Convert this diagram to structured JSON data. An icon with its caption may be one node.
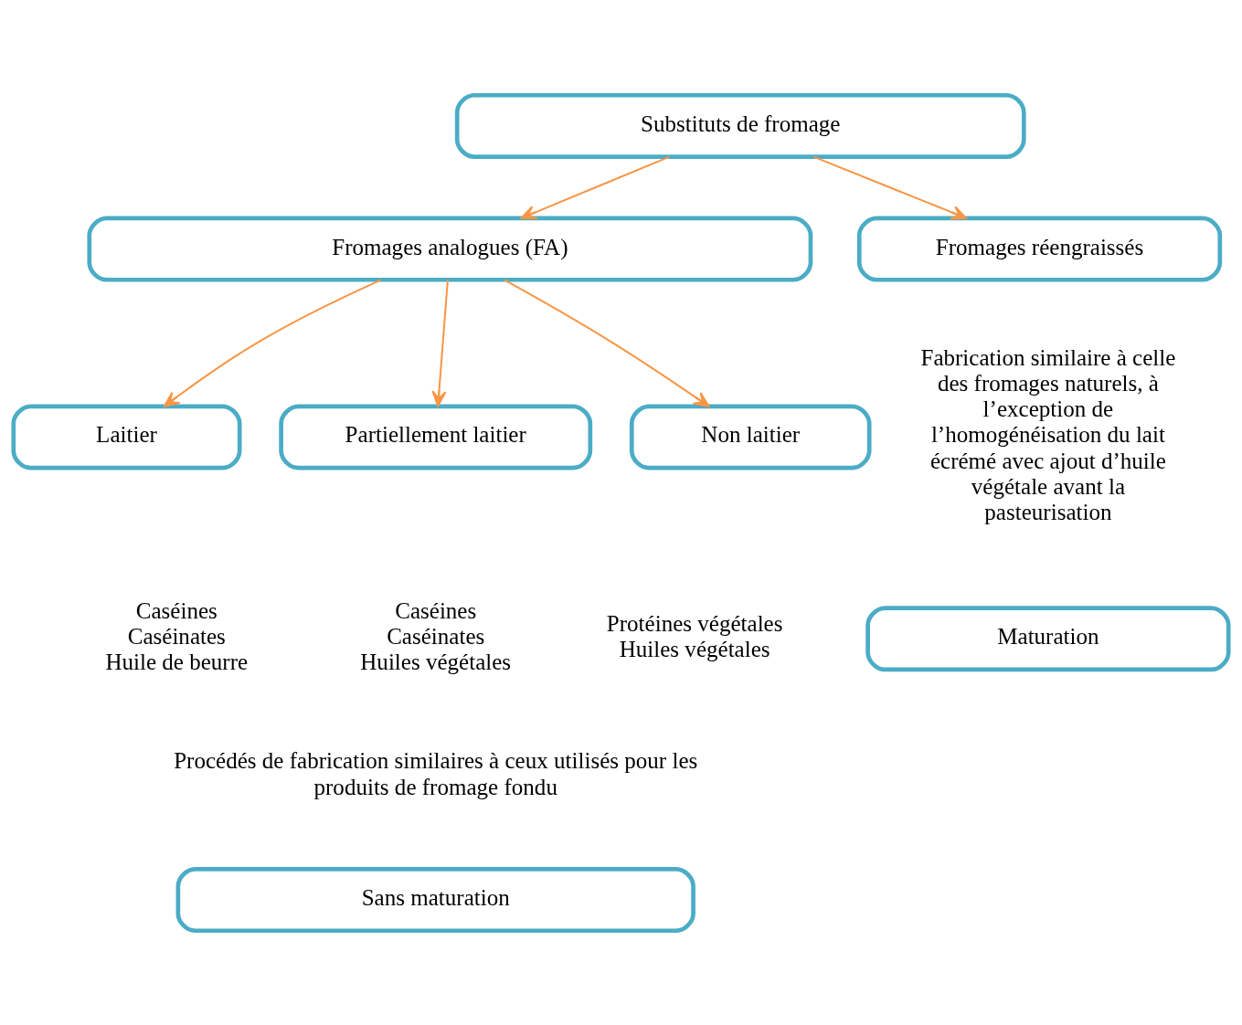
{
  "diagram": {
    "nodes": [
      {
        "text": [
          "Substituts de fromage"
        ]
      },
      {
        "text": [
          "Fromages analogues (FA)"
        ]
      },
      {
        "text": [
          "Fromages réengraissés"
        ]
      },
      {
        "text": [
          "Laitier"
        ],
        "beside": [
          "Caséines",
          "Caséinates",
          "Huile de beurre"
        ]
      },
      {
        "text": [
          "Partiellement laitier"
        ],
        "beside": [
          "Caséines",
          "Caséinates",
          "Huiles végétales"
        ]
      },
      {
        "text": [
          "Non laitier"
        ],
        "beside": [
          "Protéines végétales",
          "Huiles végétales"
        ]
      },
      {
        "text": [
          "Sans maturation"
        ]
      },
      {
        "text": [
          "Maturation"
        ]
      }
    ],
    "edges": [
      {
        "from": 0,
        "to": 1,
        "arrow": "to"
      },
      {
        "from": 0,
        "to": 2,
        "arrow": "to"
      },
      {
        "from": 1,
        "to": 3,
        "arrow": "to"
      },
      {
        "from": 1,
        "to": 4,
        "arrow": "to"
      },
      {
        "from": 1,
        "to": 5,
        "arrow": "to"
      }
    ],
    "labels": [
      "Procédés de fabrication similaires à ceux utilisés pour les produits de fromage fondu",
      "Fabrication similaire à celle des fromages naturels, à l’exception de l’homogénéisation du lait écrémé avec ajout d’huile végétale avant la pasteurisation"
    ]
  }
}
